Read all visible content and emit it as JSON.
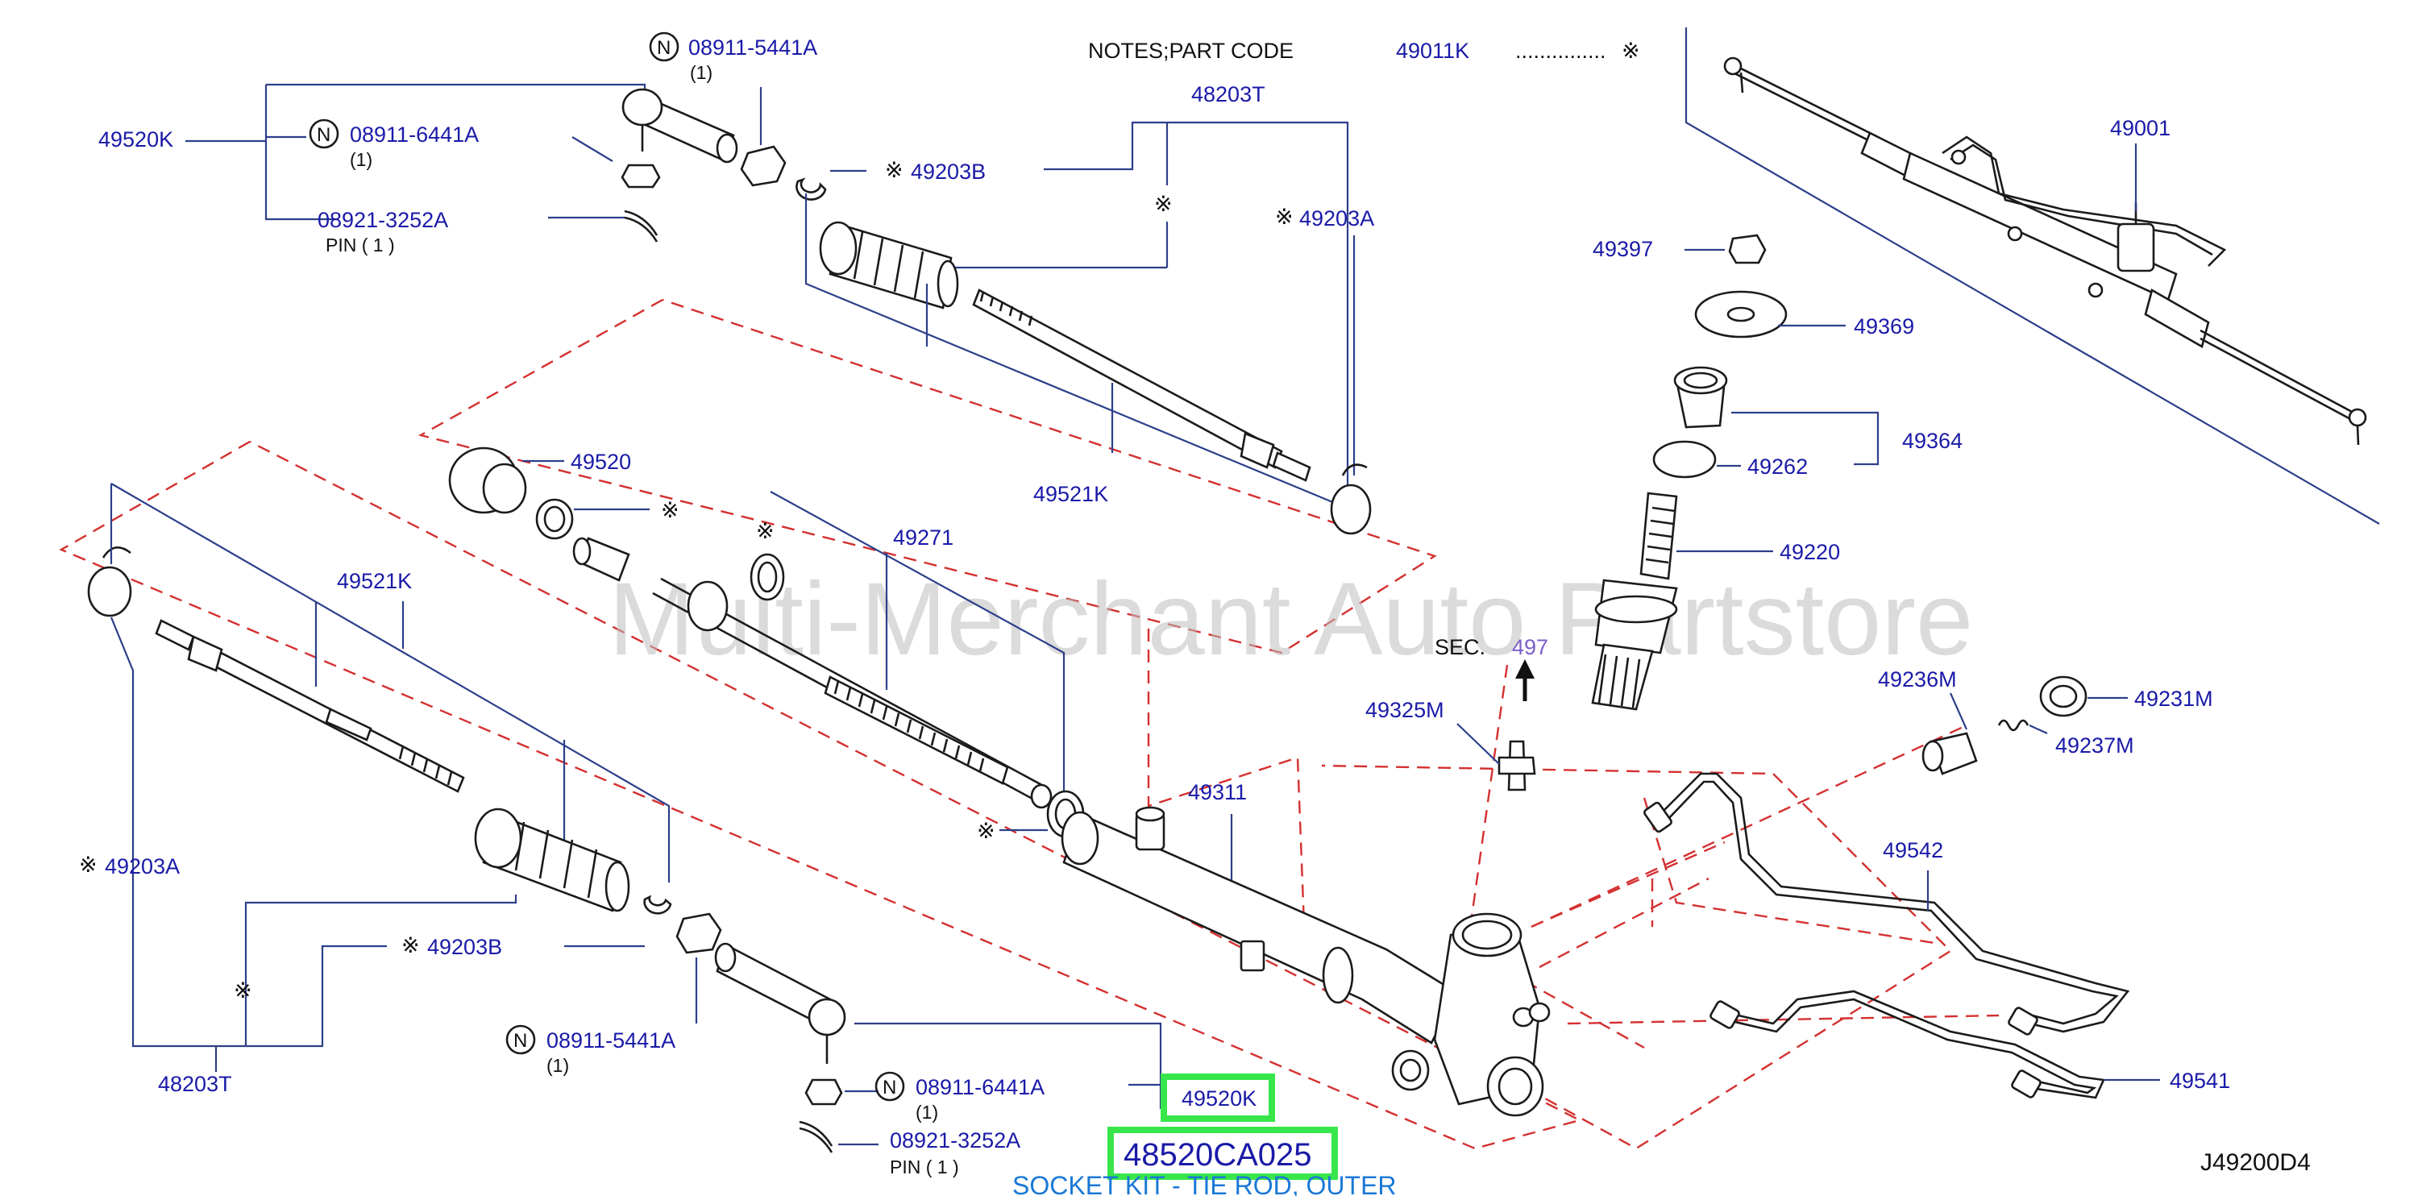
{
  "watermark": "Multi-Merchant Auto Partstore",
  "notes": {
    "title": "NOTES;PART   CODE",
    "code": "49011K",
    "dots": "...............",
    "mark": "※"
  },
  "diagram_code": "J49200D4",
  "highlight": {
    "part_label": "49520K",
    "part_number": "48520CA025",
    "caption": "SOCKET KIT - TIE ROD, OUTER"
  },
  "sec": {
    "label": "SEC.",
    "number": "497"
  },
  "labels": {
    "l49520K_top": "49520K",
    "l08911_5441A_top": "08911-5441A",
    "l08911_6441A_top": "08911-6441A",
    "l08921_3252A_top": "08921-3252A",
    "pin_top": "PIN  ( 1 )",
    "qty1": "(1)",
    "l49203B_top": "49203B",
    "l48203T_top": "48203T",
    "l49203A_top": "49203A",
    "l49521K_top": "49521K",
    "l49520": "49520",
    "l49271": "49271",
    "l49521K_left": "49521K",
    "l49203A_left": "49203A",
    "l49203B_left": "49203B",
    "l48203T_bottom": "48203T",
    "l08911_5441A_bottom": "08911-5441A",
    "l08911_6441A_bottom": "08911-6441A",
    "l08921_3252A_bottom": "08921-3252A",
    "pin_bottom": "PIN  ( 1 )",
    "l49001": "49001",
    "l49397": "49397",
    "l49369": "49369",
    "l49364": "49364",
    "l49262": "49262",
    "l49220": "49220",
    "l49325M": "49325M",
    "l49311": "49311",
    "l49236M": "49236M",
    "l49231M": "49231M",
    "l49237M": "49237M",
    "l49542": "49542",
    "l49541": "49541",
    "asterisk": "※",
    "circle_n": "N"
  },
  "colors": {
    "label": "#1a1aa8",
    "leader": "#2c3f8a",
    "dashed": "#d43030",
    "highlight_box": "#37e64a",
    "caption": "#1a78d6"
  }
}
